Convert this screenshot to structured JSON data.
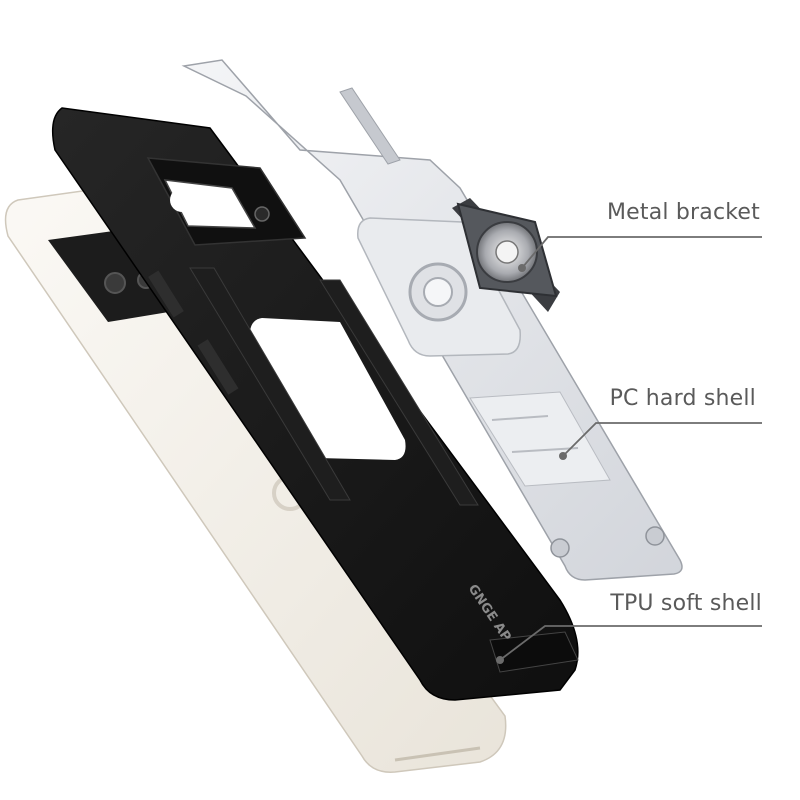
{
  "callouts": {
    "metal_bracket": "Metal bracket",
    "pc_hard_shell": "PC hard shell",
    "tpu_soft_shell": "TPU soft shell"
  },
  "case_logo_text": "GNGE AP",
  "colors": {
    "background": "#ffffff",
    "label_text": "#5a5a5a",
    "leader_line": "#6b6b6b",
    "tpu_black": "#1b1b1b",
    "pc_silver": "#e4e6ea",
    "phone_white": "#f3efe8"
  },
  "icons": [
    "phone-illustration",
    "ring-holder-icon",
    "camera-cutout-icon"
  ]
}
